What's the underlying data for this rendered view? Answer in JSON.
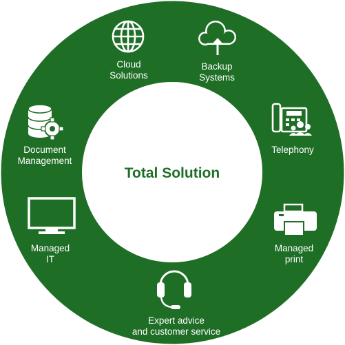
{
  "colors": {
    "ring": "#1f6e26",
    "center": "#ffffff",
    "center_text": "#1f6e26",
    "icon": "#ffffff"
  },
  "center": {
    "title": "Total Solution"
  },
  "services": [
    {
      "icon": "globe-icon",
      "line1": "Cloud",
      "line2": "Solutions"
    },
    {
      "icon": "cloud-upload-icon",
      "line1": "Backup",
      "line2": "Systems"
    },
    {
      "icon": "desk-phone-icon",
      "line1": "Telephony",
      "line2": ""
    },
    {
      "icon": "printer-icon",
      "line1": "Managed",
      "line2": "print"
    },
    {
      "icon": "headset-icon",
      "line1": "Expert advice",
      "line2": "and customer service"
    },
    {
      "icon": "monitor-icon",
      "line1": "Managed",
      "line2": "IT"
    },
    {
      "icon": "database-gear-icon",
      "line1": "Document",
      "line2": "Management"
    }
  ]
}
